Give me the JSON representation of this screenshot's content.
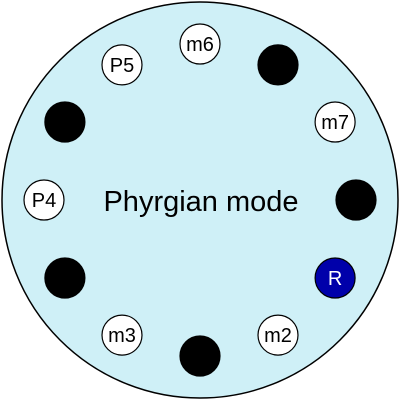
{
  "title": "Phyrgian mode",
  "colors": {
    "disc_fill": "#cff0f7",
    "outline": "#000000",
    "chord_tone_fill": "#ffffff",
    "omitted_fill": "#000000",
    "root_fill": "#0000aa",
    "root_text": "#ffffff"
  },
  "positions": [
    {
      "label": "R",
      "kind": "root"
    },
    {
      "label": "m2",
      "kind": "tone"
    },
    {
      "label": "",
      "kind": "omitted"
    },
    {
      "label": "m3",
      "kind": "tone"
    },
    {
      "label": "",
      "kind": "omitted"
    },
    {
      "label": "P4",
      "kind": "tone"
    },
    {
      "label": "",
      "kind": "omitted"
    },
    {
      "label": "P5",
      "kind": "tone"
    },
    {
      "label": "m6",
      "kind": "tone"
    },
    {
      "label": "",
      "kind": "omitted"
    },
    {
      "label": "m7",
      "kind": "tone"
    },
    {
      "label": "",
      "kind": "omitted"
    }
  ]
}
